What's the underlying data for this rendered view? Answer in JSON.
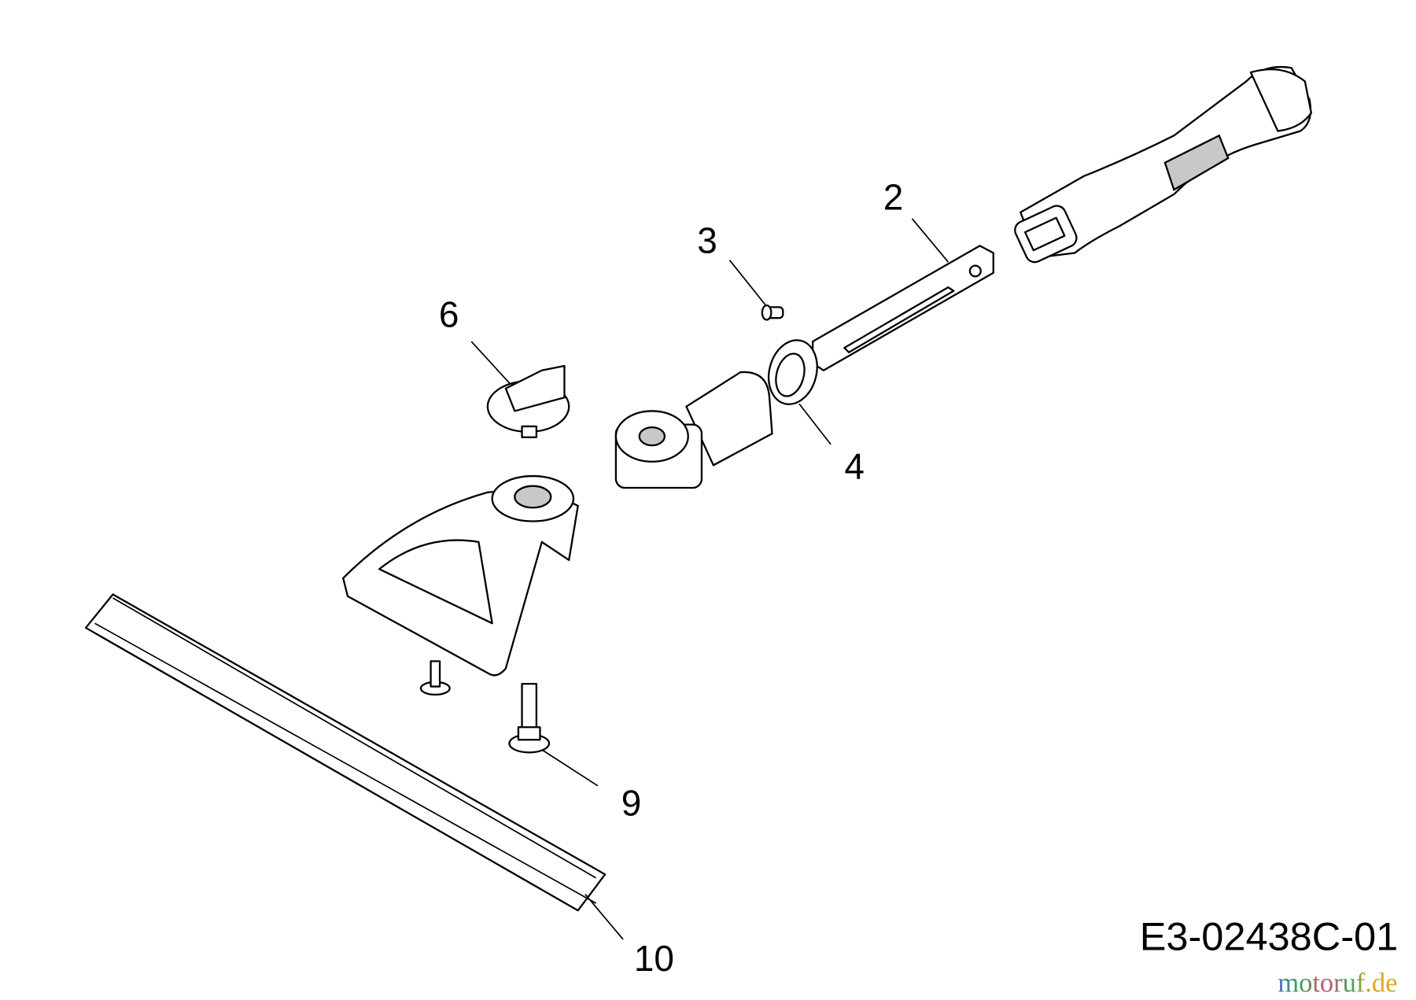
{
  "diagram": {
    "code": "E3-02438C-01",
    "watermark": "motoruf.de",
    "parts": [
      {
        "id": "2",
        "name": "handle-bar-insert"
      },
      {
        "id": "3",
        "name": "screw"
      },
      {
        "id": "4",
        "name": "ring"
      },
      {
        "id": "6",
        "name": "knob"
      },
      {
        "id": "9",
        "name": "bolt"
      },
      {
        "id": "10",
        "name": "squeegee-blade"
      }
    ],
    "labels": {
      "p2": "2",
      "p3": "3",
      "p4": "4",
      "p6": "6",
      "p9": "9",
      "p10": "10"
    },
    "watermark_colors": [
      "#4a6fc1",
      "#3aa655",
      "#e0457b",
      "#3aa655",
      "#e8a020",
      "#d4b020"
    ]
  }
}
